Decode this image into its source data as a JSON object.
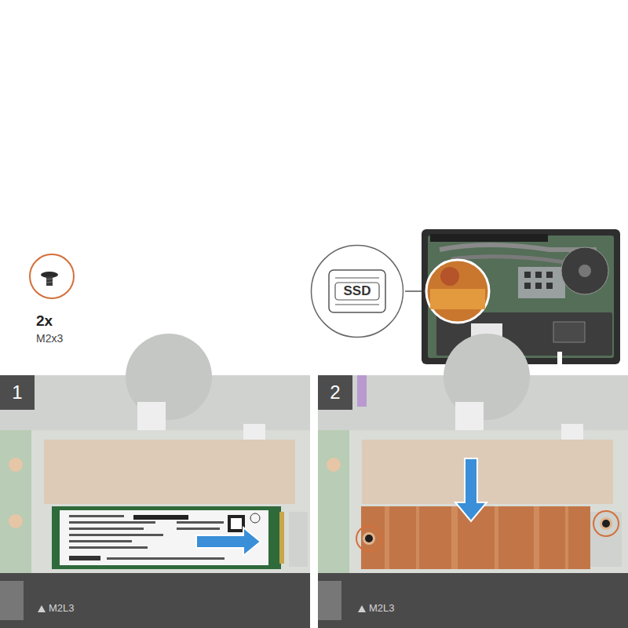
{
  "diagram": {
    "nodes": [
      {
        "text": [
          "SSD"
        ]
      },
      {
        "text": [
          "1"
        ]
      },
      {
        "text": [
          "2"
        ]
      }
    ],
    "labels": [
      "2x",
      "M2x3",
      "M2L3",
      "M2L3"
    ]
  }
}
